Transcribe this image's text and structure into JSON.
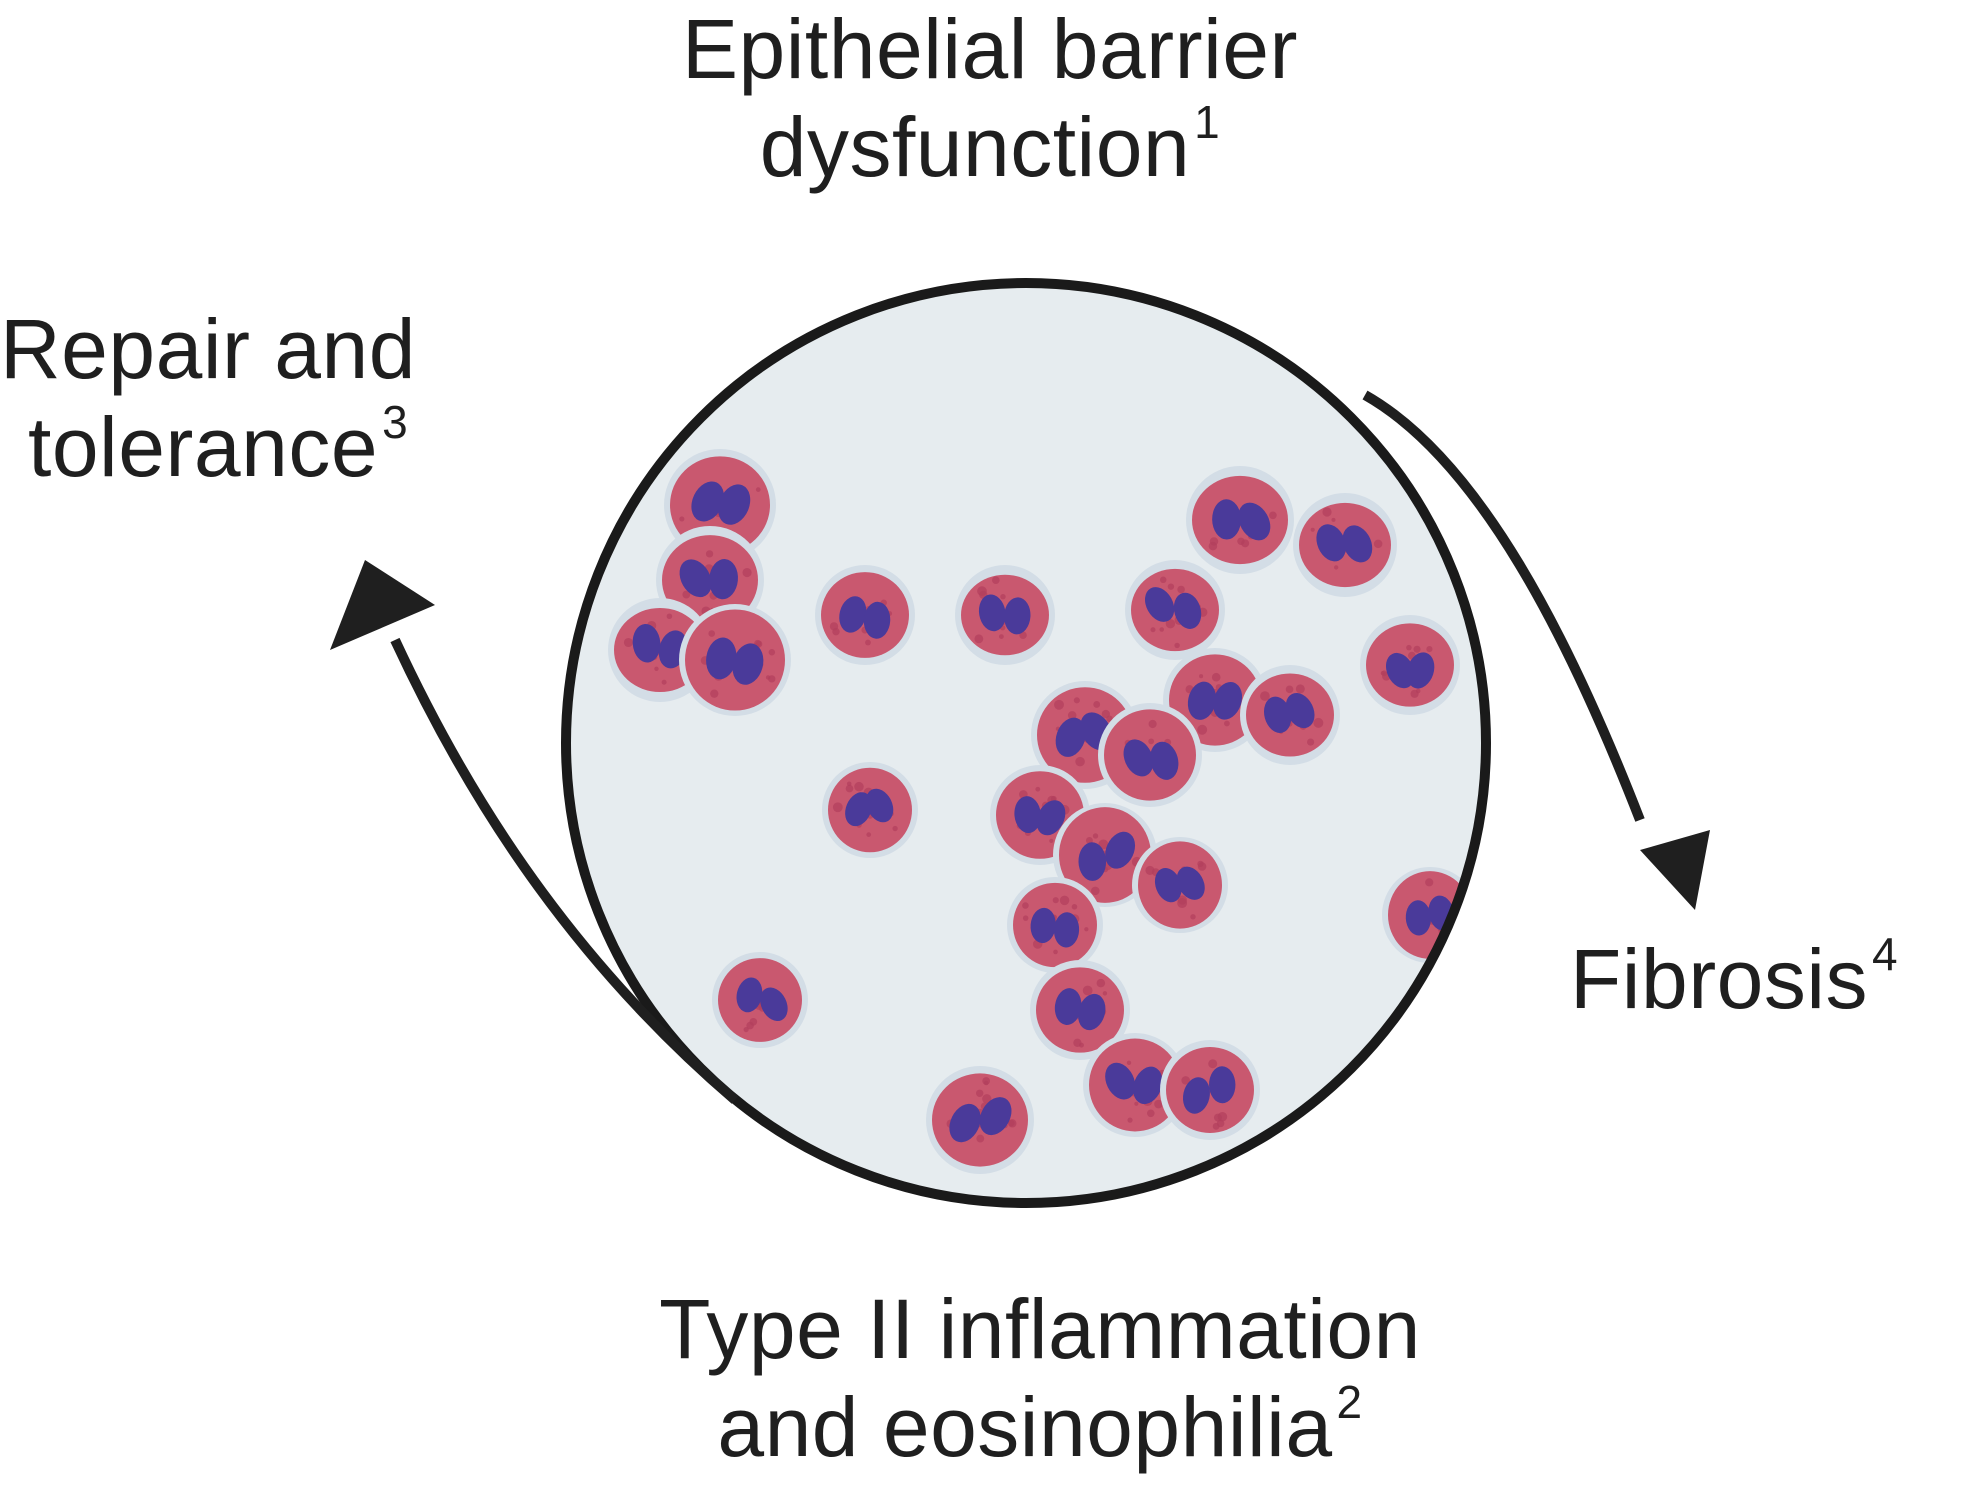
{
  "labels": {
    "top": {
      "line1": "Epithelial barrier",
      "line2": "dysfunction",
      "ref": "1"
    },
    "left": {
      "line1": "Repair and",
      "line2": "tolerance",
      "ref": "3"
    },
    "right": {
      "line1": "Fibrosis",
      "ref": "4"
    },
    "bottom": {
      "line1": "Type II inflammation",
      "line2": "and eosinophilia",
      "ref": "2"
    }
  },
  "micrograph": {
    "icon": "eosinophil-micrograph",
    "colors": {
      "background": "#e6ecef",
      "cytoplasm": "#c9586f",
      "granule": "#b23f5c",
      "nucleus": "#4a3a9a",
      "outline": "#1a1a1a"
    }
  },
  "arrows": {
    "color": "#1f1f1f"
  }
}
